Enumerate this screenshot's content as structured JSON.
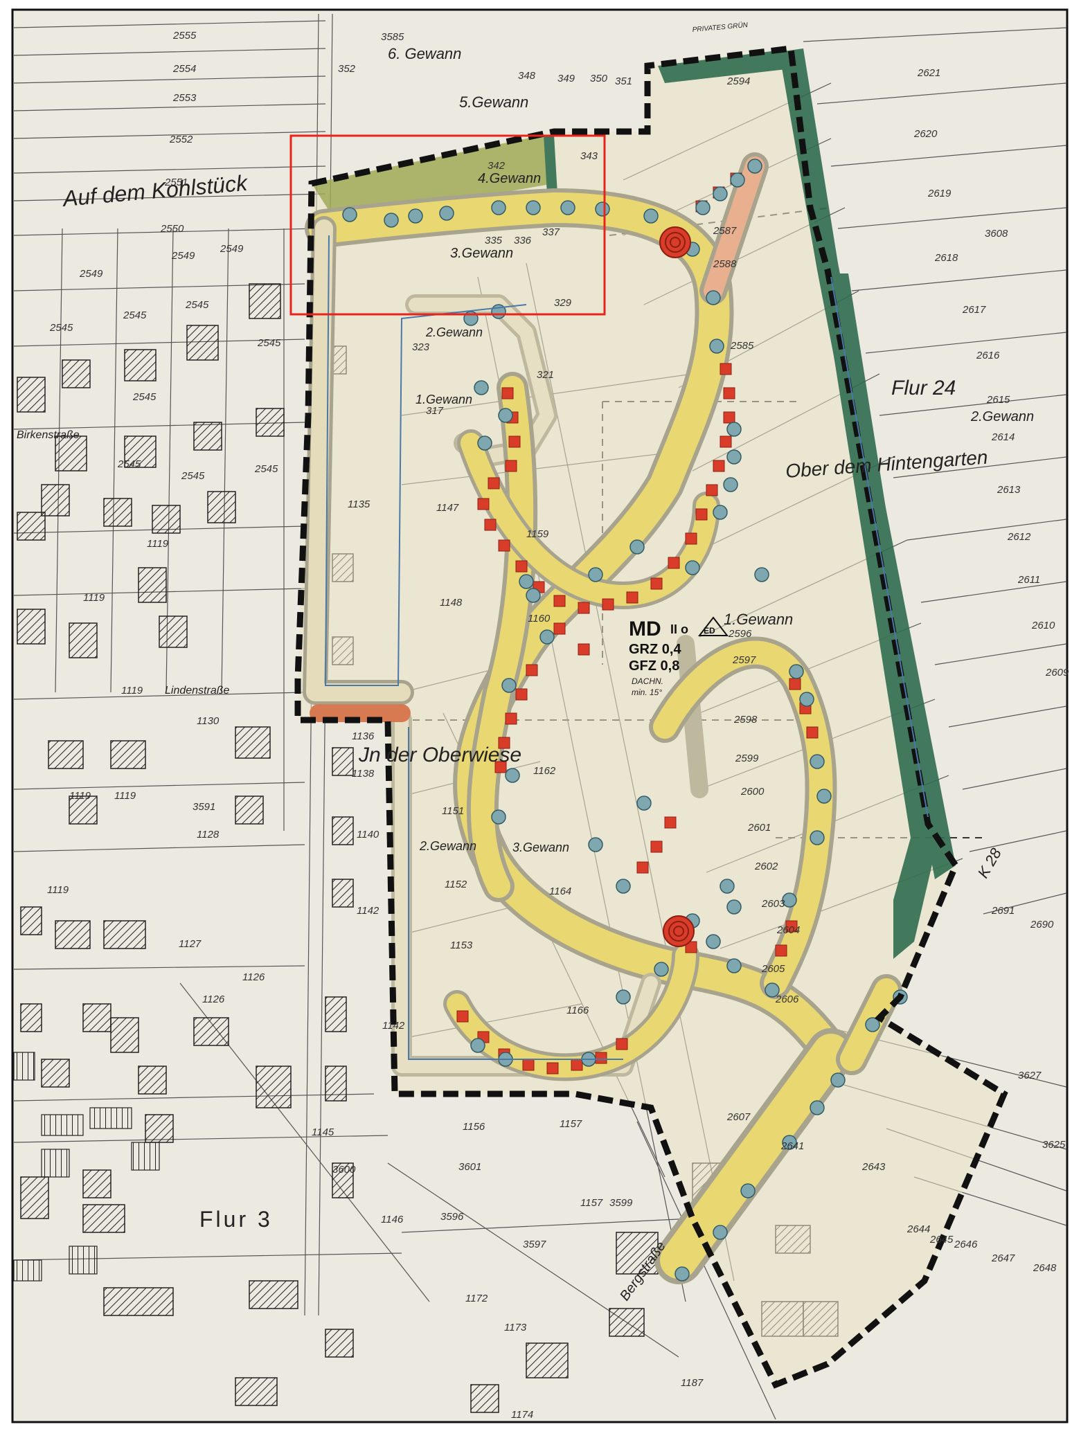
{
  "map": {
    "area_labels": {
      "kohlstueck": "Auf dem Kohlstück",
      "flur24": "Flur 24",
      "flur3": "Flur 3",
      "hintengarten": "Ober dem Hintengarten",
      "oberwiese": "Jn der Oberwiese"
    },
    "gewann_labels": [
      "6. Gewann",
      "5.Gewann",
      "4.Gewann",
      "3.Gewann",
      "2.Gewann",
      "1.Gewann",
      "2.Gewann",
      "3.Gewann",
      "1.Gewann",
      "2.Gewann"
    ],
    "street_labels": {
      "birken": "Birkenstraße",
      "linden": "Lindenstraße",
      "berg": "Bergstraße",
      "k28": "K 28",
      "privat": "PRIVATES GRÜN"
    },
    "zoning": {
      "code": "MD",
      "storeys": "II o",
      "ed": "ED",
      "grz": "GRZ 0,4",
      "gfz": "GFZ 0,8",
      "roof_1": "DACHN.",
      "roof_2": "min. 15°"
    },
    "parcel_numbers": [
      "2555",
      "2554",
      "2553",
      "2552",
      "2551",
      "2550",
      "2549",
      "2549",
      "2549",
      "2545",
      "2545",
      "2545",
      "2545",
      "2545",
      "2545",
      "2545",
      "2545",
      "1135",
      "1119",
      "1119",
      "1119",
      "1119",
      "1119",
      "1119",
      "1130",
      "1128",
      "1127",
      "1126",
      "1126",
      "1145",
      "3585",
      "352",
      "348",
      "349",
      "350",
      "351",
      "343",
      "342",
      "335",
      "336",
      "337",
      "329",
      "323",
      "321",
      "317",
      "1147",
      "1148",
      "1159",
      "1160",
      "1162",
      "1151",
      "1152",
      "1153",
      "1164",
      "1166",
      "1156",
      "1157",
      "1157",
      "3599",
      "3596",
      "3597",
      "3600",
      "3601",
      "1146",
      "1172",
      "1173",
      "1174",
      "1187",
      "2621",
      "2620",
      "2619",
      "2618",
      "2617",
      "2616",
      "2615",
      "2614",
      "2613",
      "2612",
      "2611",
      "2610",
      "2609",
      "2594",
      "2587",
      "2588",
      "2585",
      "2596",
      "2597",
      "2598",
      "2599",
      "2600",
      "2601",
      "2602",
      "2603",
      "2604",
      "2605",
      "2606",
      "2607",
      "2641",
      "2643",
      "2644",
      "2645",
      "2646",
      "2647",
      "2648",
      "2690",
      "2691",
      "3608",
      "3625",
      "3627",
      "1136",
      "1138",
      "1140",
      "1142",
      "1142",
      "3591"
    ],
    "highlight_box_color": "#e8231c",
    "colors": {
      "road_fill": "#e9d872",
      "parking_red": "#d93d2a",
      "green_strip": "#2f6b4f",
      "border": "#111111",
      "paper": "#ece9e1"
    }
  }
}
